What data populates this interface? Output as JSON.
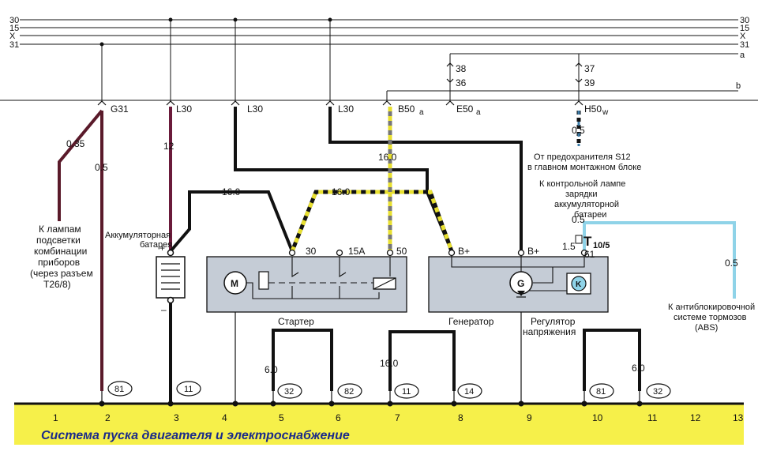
{
  "footer": {
    "title": "Система пуска двигателя и электроснабжение"
  },
  "bus": {
    "b30": "30",
    "b15": "15",
    "bX": "X",
    "b31": "31",
    "ba": "a",
    "bb": "b"
  },
  "connectors": {
    "g31": "G31",
    "l30a": "L30",
    "l30b": "L30",
    "l30c": "L30",
    "b50": "B50",
    "b50sub": "a",
    "e50": "E50",
    "e50sub": "a",
    "h50": "H50",
    "h50sub": "w",
    "e38": "38",
    "e36": "36",
    "h37": "37",
    "h39": "39"
  },
  "wire_sizes": {
    "w035": "0.35",
    "w05a": "0.5",
    "w12": "12",
    "w16a": "16.0",
    "w16b": "16.0",
    "w16c": "16.0",
    "w05b": "0.5",
    "w05c": "0.5",
    "w15": "1.5",
    "w05d": "0.5",
    "w60a": "6.0",
    "w160d": "16.0",
    "w60b": "6.0"
  },
  "labels": {
    "lamps": [
      "К лампам",
      "подсветки",
      "комбинации",
      "приборов",
      "(через разъем",
      "Т26/8)"
    ],
    "battery": [
      "Аккумуляторная",
      "батарея"
    ],
    "battery_plus": "+",
    "battery_minus": "–",
    "fuse": [
      "От предохранителя S12",
      "в главном монтажном блоке"
    ],
    "lamp_charge": [
      "К контрольной лампе",
      "зарядки",
      "аккумуляторной",
      "батареи"
    ],
    "abs": [
      "К антиблокировочной",
      "системе тормозов",
      "(ABS)"
    ],
    "starter": "Стартер",
    "generator": "Генератор",
    "regulator": [
      "Регулятор",
      "напряжения"
    ],
    "motor": "M",
    "gen_symbol": "G",
    "reg_symbol": "K",
    "t_main": "T",
    "t_sub": "10/5",
    "st30": "30",
    "st15a": "15A",
    "st50": "50",
    "genBplus1": "B+",
    "genBplus2": "B+",
    "gen61": "61"
  },
  "ground_tags": [
    "81",
    "11",
    "32",
    "82",
    "11",
    "14",
    "81",
    "32"
  ],
  "columns": [
    "1",
    "2",
    "3",
    "4",
    "5",
    "6",
    "7",
    "8",
    "9",
    "10",
    "11",
    "12",
    "13"
  ],
  "colors": {
    "footer_bg": "#f6f04a",
    "yellow_dash": "#e8e030",
    "cyan": "#8fd3e8",
    "maroon": "#5a1a2a",
    "box": "#c5ccd6"
  }
}
